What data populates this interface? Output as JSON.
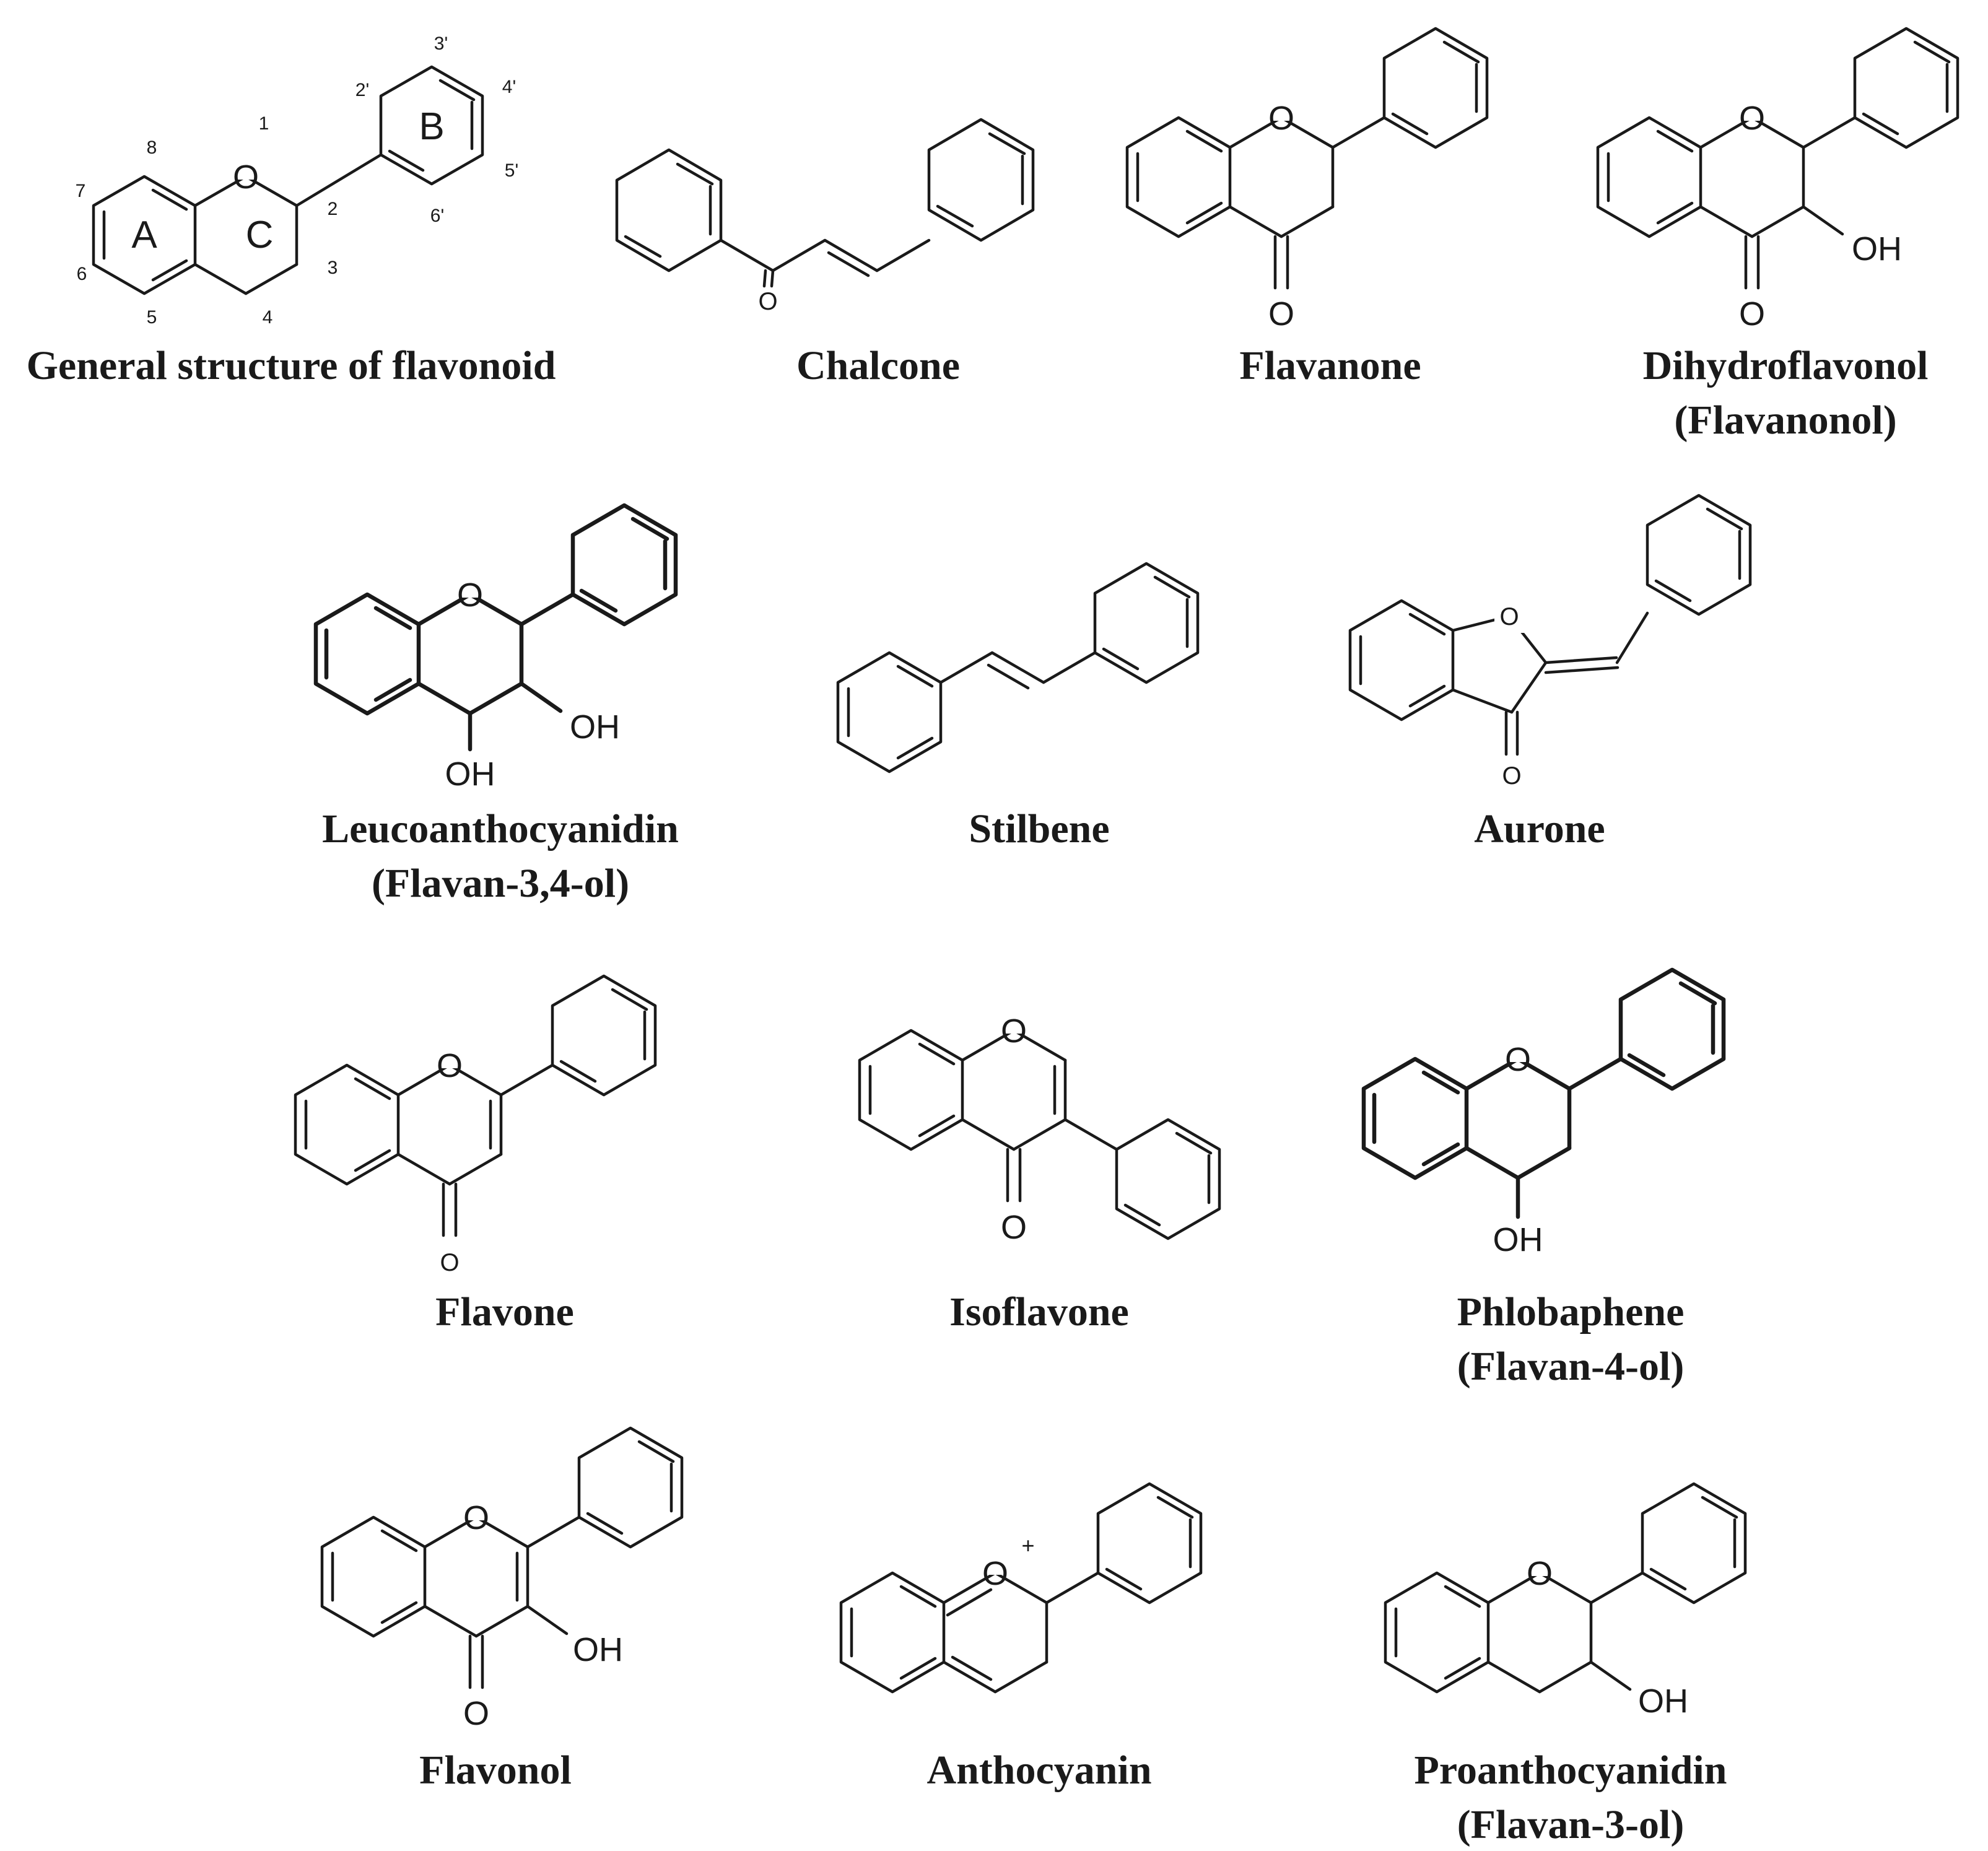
{
  "captions": {
    "general": "General structure of flavonoid",
    "chalcone": "Chalcone",
    "flavanone": "Flavanone",
    "dihydroflavonol": "Dihydroflavonol",
    "dihydroflavonol_alt": "(Flavanonol)",
    "leuco": "Leucoanthocyanidin",
    "leuco_alt": "(Flavan-3,4-ol)",
    "stilbene": "Stilbene",
    "aurone": "Aurone",
    "flavone": "Flavone",
    "isoflavone": "Isoflavone",
    "phlobaphene": "Phlobaphene",
    "phlobaphene_alt": "(Flavan-4-ol)",
    "flavonol": "Flavonol",
    "anthocyanin": "Anthocyanin",
    "proantho": "Proanthocyanidin",
    "proantho_alt": "(Flavan-3-ol)"
  },
  "general_labels": {
    "ring_a": "A",
    "ring_b": "B",
    "ring_c": "C",
    "n1": "1",
    "n2": "2",
    "n3": "3",
    "n4": "4",
    "n5": "5",
    "n6": "6",
    "n7": "7",
    "n8": "8",
    "n2p": "2'",
    "n3p": "3'",
    "n4p": "4'",
    "n5p": "5'",
    "n6p": "6'"
  },
  "atoms": {
    "oxygen": "O",
    "hydroxyl": "OH",
    "plus": "+"
  }
}
